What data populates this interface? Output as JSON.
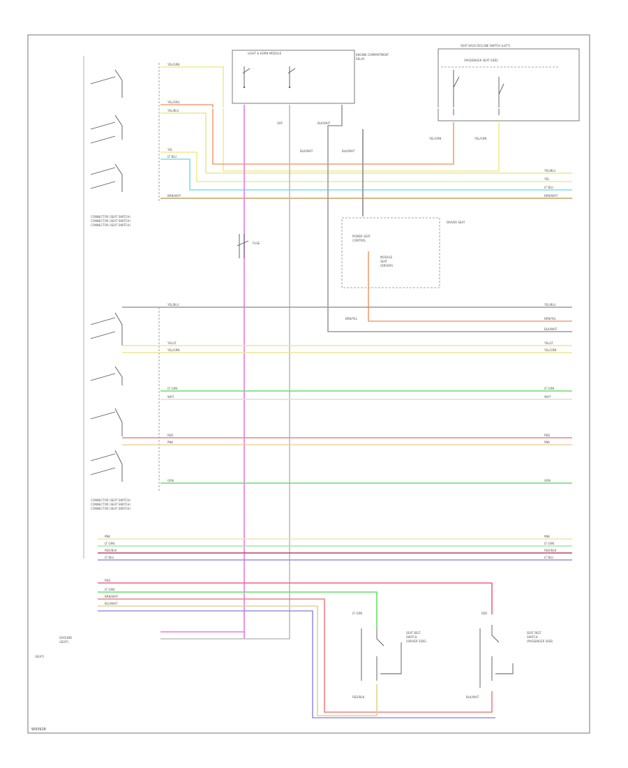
{
  "diagram": {
    "footer_id": "W93928",
    "module_title": "LIGHT & HORN MODULE",
    "module_right": "ENGINE COMPARTMENT",
    "seat_sw_title": "SEAT BACK RECLINE SWITCH (LEFT)",
    "seat_sw_note": "(PASSENGER SEAT SIDE)",
    "relay": "RELAY",
    "left_conn_top": [
      "CONNECTOR (SEAT SWITCH)",
      "CONNECTOR (SEAT SWITCH)",
      "CONNECTOR (SEAT SWITCH)"
    ],
    "left_conn_mid": [
      "CONNECTOR (SEAT SWITCH)",
      "CONNECTOR (SEAT SWITCH)",
      "CONNECTOR (SEAT SWITCH)"
    ],
    "ground_label": "GROUND",
    "ground_note": "(SEAT)",
    "fuse_label": "FUSE",
    "dash_box_title": "DRIVER SEAT",
    "dash_box_lines": [
      "POWER SEAT",
      "CONTROL",
      "MODULE",
      "SEAT",
      "(DRIVER)"
    ],
    "buckle_left": [
      "SEAT BELT",
      "SWITCH",
      "(DRIVER SIDE)"
    ],
    "buckle_right": [
      "SEAT BELT",
      "SWITCH",
      "(PASSENGER SIDE)"
    ],
    "wire_labels": {
      "top": [
        "YEL/GRN",
        "YEL/ORG",
        "YEL/BLU",
        "YEL",
        "LT BLU",
        "BRN/WHT"
      ],
      "right_top": [
        "YEL/BLU",
        "YEL",
        "LT BLU",
        "BRN/WHT"
      ],
      "center": [
        "YEL/BLU",
        "BRN/YEL",
        "BLK/WHT",
        "YEL/LT",
        "YEL/GRN",
        "LT GRN",
        "WHT",
        "RED",
        "PNK",
        "GRN"
      ],
      "bottom": [
        "PNK",
        "LT GRN",
        "RED/BLK",
        "LT BLU",
        "RED",
        "LT GRN",
        "BRN/WHT",
        "BLU/WHT"
      ],
      "misc": [
        "BLK/WHT",
        "BLK/WHT",
        "BRN/YEL",
        "YEL/GRN",
        "YEL/GRN",
        "GRY",
        "RED",
        "BLK/WHT",
        "BLK/WHT",
        "LT GRN",
        "RED/BLK"
      ]
    }
  },
  "colors": {
    "yellow": "#f4e98a",
    "yellow_green": "#e8e890",
    "orange": "#f0a070",
    "cyan": "#74e0ea",
    "brown": "#c8a060",
    "grey": "#9a9a9a",
    "red": "#f08080",
    "pink": "#f0b0b0",
    "green": "#66dd66",
    "lt_green": "#a0e8a0",
    "magenta": "#e878ea",
    "blue": "#9090ee",
    "tan": "#e8d0a0",
    "dark_red": "#c04060",
    "violet": "#b090e8"
  }
}
